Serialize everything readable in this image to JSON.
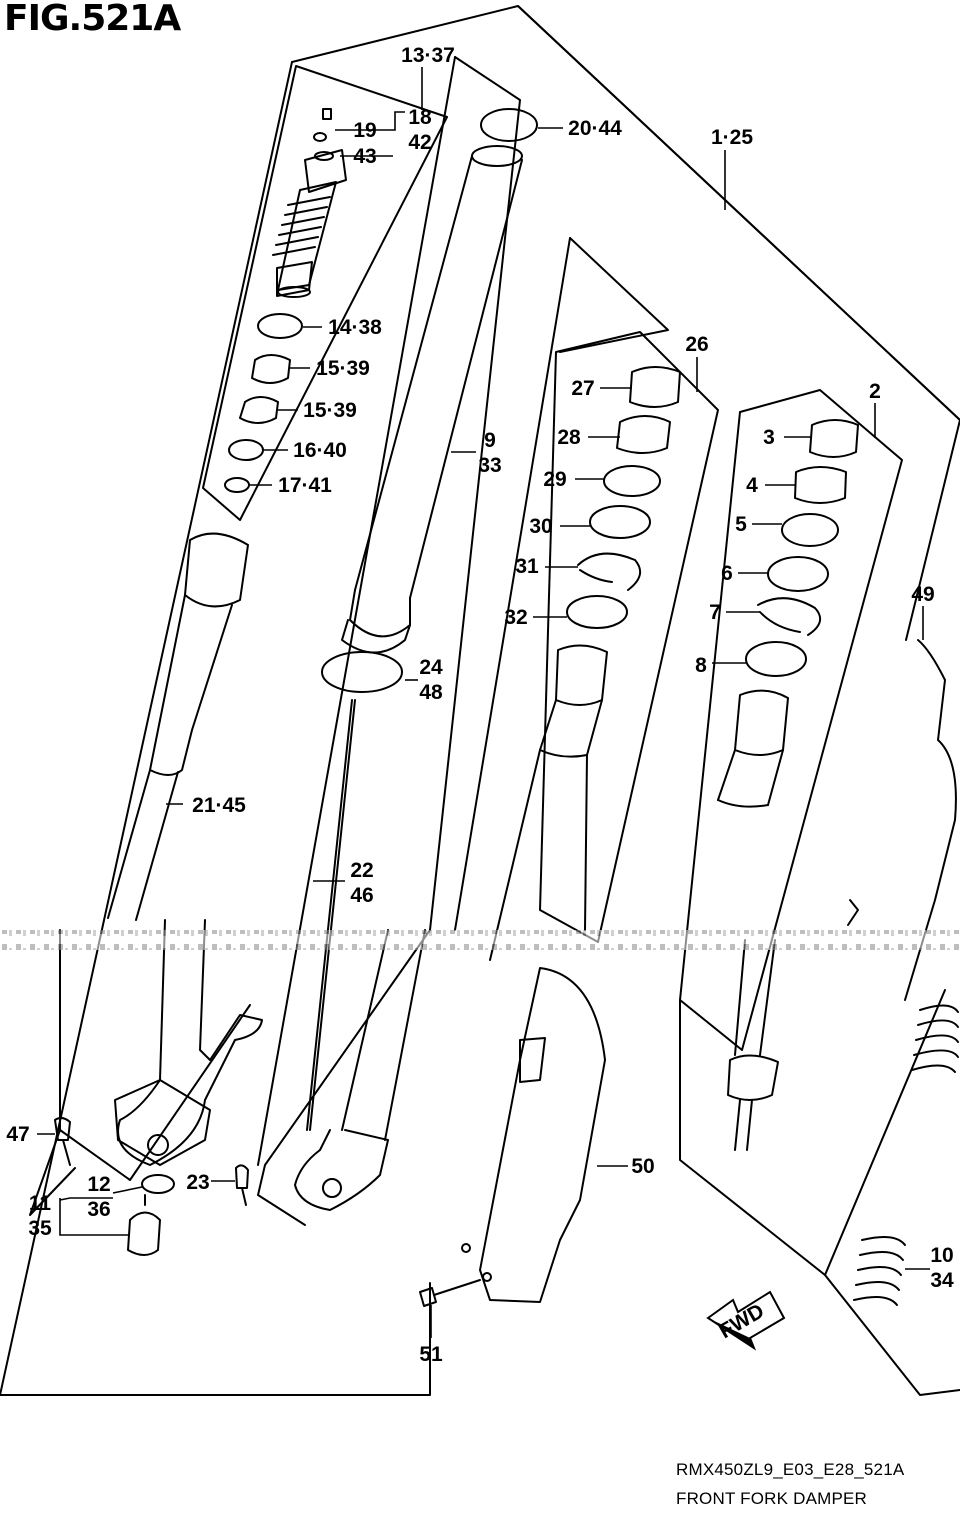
{
  "figure": {
    "title": "FIG.521A",
    "code": "RMX450ZL9_E03_E28_521A",
    "name": "FRONT FORK DAMPER"
  },
  "callouts": [
    {
      "id": "c13",
      "lines": [
        "13·37"
      ]
    },
    {
      "id": "c18",
      "lines": [
        "18",
        "42"
      ]
    },
    {
      "id": "c19",
      "lines": [
        "19"
      ]
    },
    {
      "id": "c43",
      "lines": [
        "43"
      ]
    },
    {
      "id": "c20",
      "lines": [
        "20·44"
      ]
    },
    {
      "id": "c1",
      "lines": [
        "1·25"
      ]
    },
    {
      "id": "c14",
      "lines": [
        "14·38"
      ]
    },
    {
      "id": "c15a",
      "lines": [
        "15·39"
      ]
    },
    {
      "id": "c15b",
      "lines": [
        "15·39"
      ]
    },
    {
      "id": "c16",
      "lines": [
        "16·40"
      ]
    },
    {
      "id": "c17",
      "lines": [
        "17·41"
      ]
    },
    {
      "id": "c26",
      "lines": [
        "26"
      ]
    },
    {
      "id": "c27",
      "lines": [
        "27"
      ]
    },
    {
      "id": "c28",
      "lines": [
        "28"
      ]
    },
    {
      "id": "c29",
      "lines": [
        "29"
      ]
    },
    {
      "id": "c30",
      "lines": [
        "30"
      ]
    },
    {
      "id": "c31",
      "lines": [
        "31"
      ]
    },
    {
      "id": "c32",
      "lines": [
        "32"
      ]
    },
    {
      "id": "c2",
      "lines": [
        "2"
      ]
    },
    {
      "id": "c3",
      "lines": [
        "3"
      ]
    },
    {
      "id": "c4",
      "lines": [
        "4"
      ]
    },
    {
      "id": "c5",
      "lines": [
        "5"
      ]
    },
    {
      "id": "c6",
      "lines": [
        "6"
      ]
    },
    {
      "id": "c7",
      "lines": [
        "7"
      ]
    },
    {
      "id": "c8",
      "lines": [
        "8"
      ]
    },
    {
      "id": "c9",
      "lines": [
        "9",
        "33"
      ]
    },
    {
      "id": "c24",
      "lines": [
        "24",
        "48"
      ]
    },
    {
      "id": "c49",
      "lines": [
        "49"
      ]
    },
    {
      "id": "c21",
      "lines": [
        "21·45"
      ]
    },
    {
      "id": "c22",
      "lines": [
        "22",
        "46"
      ]
    },
    {
      "id": "c47",
      "lines": [
        "47"
      ]
    },
    {
      "id": "c12",
      "lines": [
        "12",
        "36"
      ]
    },
    {
      "id": "c11",
      "lines": [
        "11",
        "35"
      ]
    },
    {
      "id": "c23",
      "lines": [
        "23"
      ]
    },
    {
      "id": "c50",
      "lines": [
        "50"
      ]
    },
    {
      "id": "c10",
      "lines": [
        "10",
        "34"
      ]
    },
    {
      "id": "c51",
      "lines": [
        "51"
      ]
    }
  ],
  "fwd_label": "FWD"
}
